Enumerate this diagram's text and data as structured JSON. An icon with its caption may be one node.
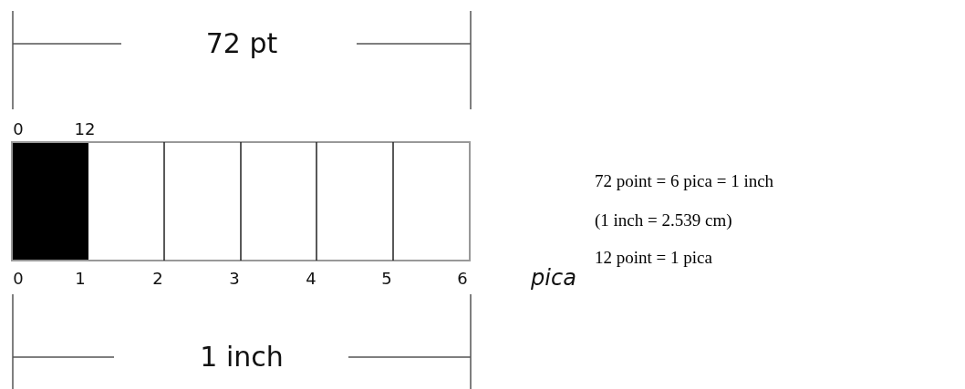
{
  "diagram": {
    "labels": [
      "72 pt",
      "0",
      "12",
      "0",
      "1",
      "2",
      "3",
      "4",
      "5",
      "6",
      "pica",
      "1 inch",
      "72 point = 6 pica = 1 inch",
      "(1 inch = 2.539 cm)",
      "12 point = 1 pica"
    ]
  }
}
